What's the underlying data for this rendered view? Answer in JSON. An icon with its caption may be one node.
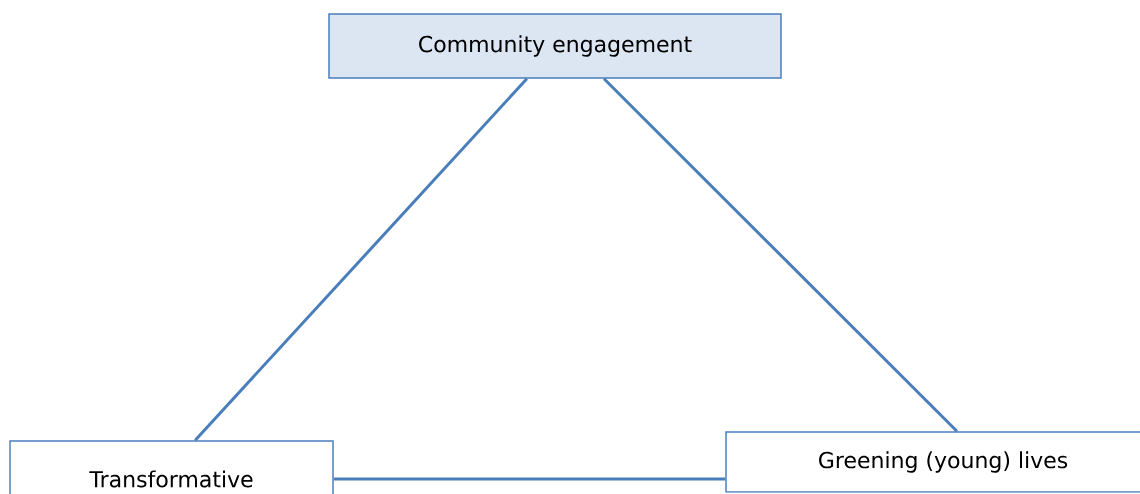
{
  "diagram": {
    "nodes": [
      {
        "text": [
          "Community engagement"
        ]
      },
      {
        "text": [
          "Transformative"
        ]
      },
      {
        "text": [
          "Greening (young) lives"
        ]
      }
    ],
    "edges": [
      {
        "from": 0,
        "to": 1,
        "arrow": "none"
      },
      {
        "from": 0,
        "to": 2,
        "arrow": "none"
      },
      {
        "from": 1,
        "to": 2,
        "arrow": "none"
      }
    ]
  }
}
